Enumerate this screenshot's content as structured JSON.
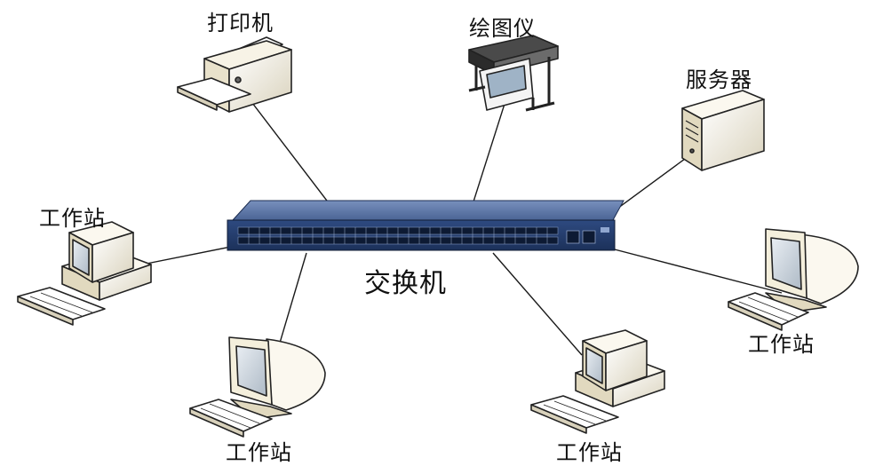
{
  "diagram": {
    "switch_label": "交换机",
    "printer_label": "打印机",
    "plotter_label": "绘图仪",
    "server_label": "服务器",
    "workstation_left_label": "工作站",
    "workstation_right_label": "工作站",
    "workstation_bottom_left_label": "工作站",
    "workstation_bottom_right_label": "工作站"
  },
  "colors": {
    "switch_body": "#27406e",
    "switch_top": "#5f78a8",
    "link_line": "#1a1a1a",
    "device_beige": "#efe9d6",
    "device_outline": "#222222",
    "screen": "#c9d4de"
  }
}
